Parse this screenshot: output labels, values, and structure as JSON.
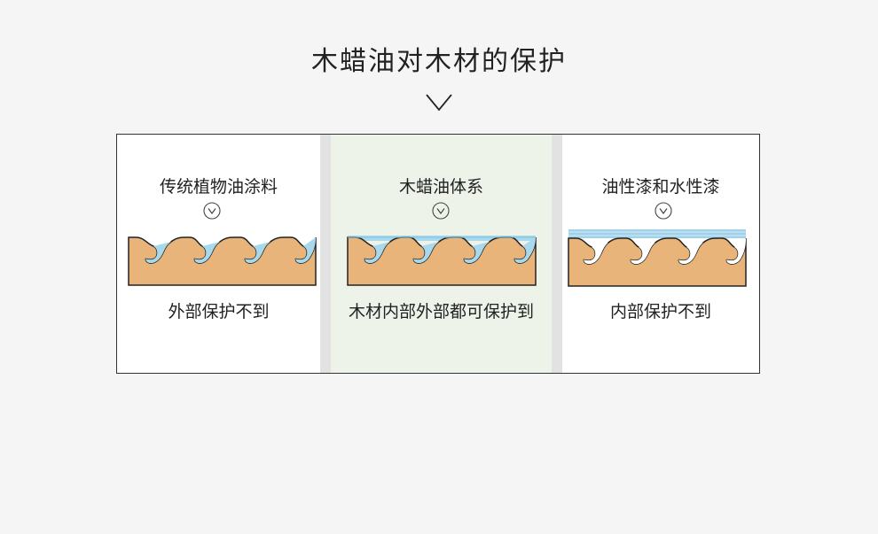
{
  "title": "木蜡油对木材的保护",
  "colors": {
    "wood": "#e8b479",
    "water": "#a7d8ec",
    "coat": "#9fd1ea",
    "outline": "#222222",
    "highlight_panel": "#eef3ea"
  },
  "panels": [
    {
      "title": "传统植物油涂料",
      "caption": "外部保护不到",
      "icon": "chevron-down-circle-icon"
    },
    {
      "title": "木蜡油体系",
      "caption": "木材内部外部都可保护到",
      "icon": "chevron-down-circle-icon"
    },
    {
      "title": "油性漆和水性漆",
      "caption": "内部保护不到",
      "icon": "chevron-down-circle-icon"
    }
  ]
}
